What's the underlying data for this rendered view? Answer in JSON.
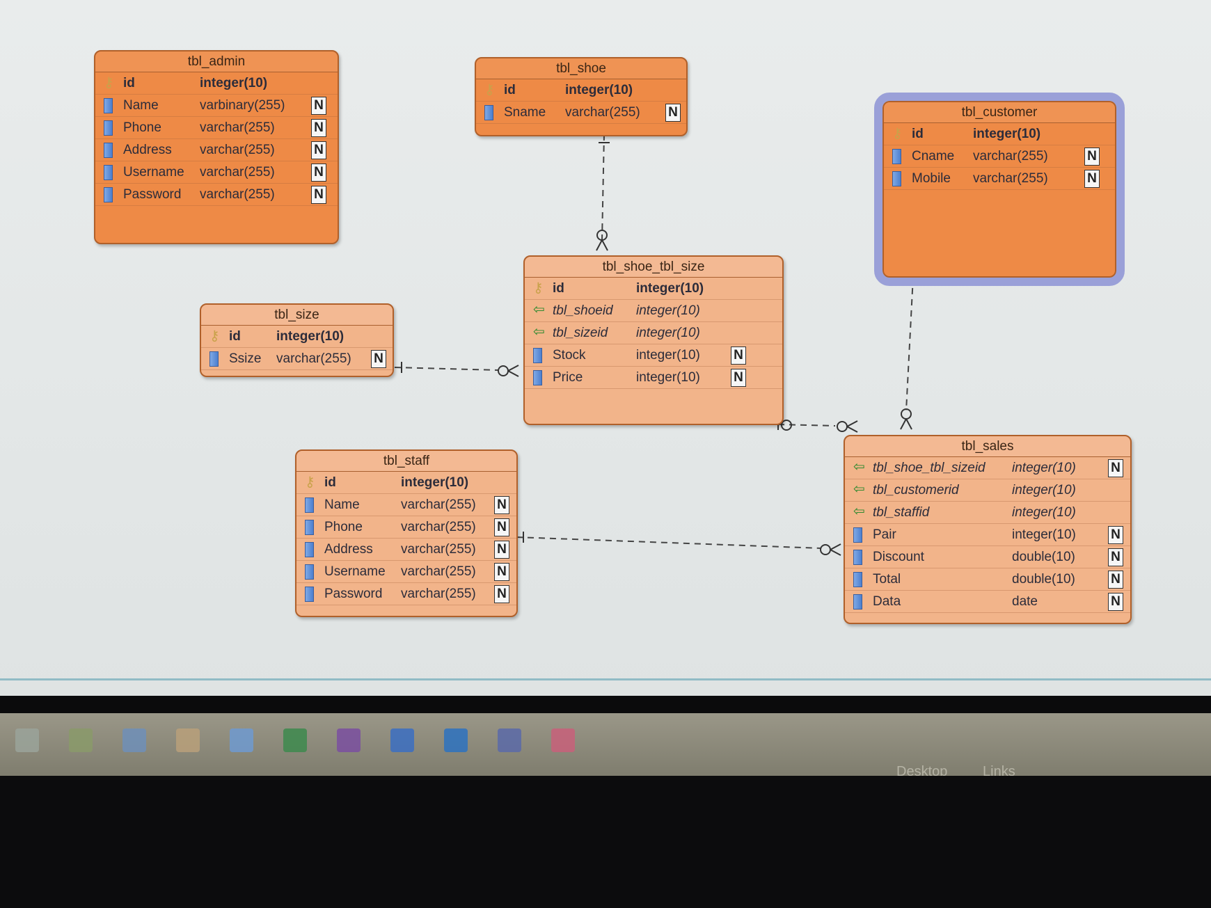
{
  "entities": {
    "tbl_admin": {
      "name": "tbl_admin",
      "rows": [
        {
          "kind": "pk",
          "field": "id",
          "type": "integer(10)",
          "nullable": ""
        },
        {
          "kind": "col",
          "field": "Name",
          "type": "varbinary(255)",
          "nullable": "N"
        },
        {
          "kind": "col",
          "field": "Phone",
          "type": "varchar(255)",
          "nullable": "N"
        },
        {
          "kind": "col",
          "field": "Address",
          "type": "varchar(255)",
          "nullable": "N"
        },
        {
          "kind": "col",
          "field": "Username",
          "type": "varchar(255)",
          "nullable": "N"
        },
        {
          "kind": "col",
          "field": "Password",
          "type": "varchar(255)",
          "nullable": "N"
        }
      ]
    },
    "tbl_shoe": {
      "name": "tbl_shoe",
      "rows": [
        {
          "kind": "pk",
          "field": "id",
          "type": "integer(10)",
          "nullable": ""
        },
        {
          "kind": "col",
          "field": "Sname",
          "type": "varchar(255)",
          "nullable": "N"
        }
      ]
    },
    "tbl_customer": {
      "name": "tbl_customer",
      "rows": [
        {
          "kind": "pk",
          "field": "id",
          "type": "integer(10)",
          "nullable": ""
        },
        {
          "kind": "col",
          "field": "Cname",
          "type": "varchar(255)",
          "nullable": "N"
        },
        {
          "kind": "col",
          "field": "Mobile",
          "type": "varchar(255)",
          "nullable": "N"
        }
      ]
    },
    "tbl_size": {
      "name": "tbl_size",
      "rows": [
        {
          "kind": "pk",
          "field": "id",
          "type": "integer(10)",
          "nullable": ""
        },
        {
          "kind": "col",
          "field": "Ssize",
          "type": "varchar(255)",
          "nullable": "N"
        }
      ]
    },
    "tbl_shoe_tbl_size": {
      "name": "tbl_shoe_tbl_size",
      "rows": [
        {
          "kind": "pk",
          "field": "id",
          "type": "integer(10)",
          "nullable": ""
        },
        {
          "kind": "fk",
          "field": "tbl_shoeid",
          "type": "integer(10)",
          "nullable": ""
        },
        {
          "kind": "fk",
          "field": "tbl_sizeid",
          "type": "integer(10)",
          "nullable": ""
        },
        {
          "kind": "col",
          "field": "Stock",
          "type": "integer(10)",
          "nullable": "N"
        },
        {
          "kind": "col",
          "field": "Price",
          "type": "integer(10)",
          "nullable": "N"
        }
      ]
    },
    "tbl_staff": {
      "name": "tbl_staff",
      "rows": [
        {
          "kind": "pk",
          "field": "id",
          "type": "integer(10)",
          "nullable": ""
        },
        {
          "kind": "col",
          "field": "Name",
          "type": "varchar(255)",
          "nullable": "N"
        },
        {
          "kind": "col",
          "field": "Phone",
          "type": "varchar(255)",
          "nullable": "N"
        },
        {
          "kind": "col",
          "field": "Address",
          "type": "varchar(255)",
          "nullable": "N"
        },
        {
          "kind": "col",
          "field": "Username",
          "type": "varchar(255)",
          "nullable": "N"
        },
        {
          "kind": "col",
          "field": "Password",
          "type": "varchar(255)",
          "nullable": "N"
        }
      ]
    },
    "tbl_sales": {
      "name": "tbl_sales",
      "rows": [
        {
          "kind": "fk",
          "field": "tbl_shoe_tbl_sizeid",
          "type": "integer(10)",
          "nullable": "N"
        },
        {
          "kind": "fk",
          "field": "tbl_customerid",
          "type": "integer(10)",
          "nullable": ""
        },
        {
          "kind": "fk",
          "field": "tbl_staffid",
          "type": "integer(10)",
          "nullable": ""
        },
        {
          "kind": "col",
          "field": "Pair",
          "type": "integer(10)",
          "nullable": "N"
        },
        {
          "kind": "col",
          "field": "Discount",
          "type": "double(10)",
          "nullable": "N"
        },
        {
          "kind": "col",
          "field": "Total",
          "type": "double(10)",
          "nullable": "N"
        },
        {
          "kind": "col",
          "field": "Data",
          "type": "date",
          "nullable": "N"
        }
      ]
    }
  },
  "taskbar": {
    "desktop_label": "Desktop",
    "links_label": "Links",
    "apps": [
      "home-icon",
      "folder-icon",
      "chrome-icon",
      "media-icon",
      "network-icon",
      "excel-icon",
      "onenote-icon",
      "word-icon",
      "outlook-icon",
      "globe-icon",
      "app-icon"
    ]
  },
  "colors": {
    "entity_dark": "#ee8a46",
    "entity_light": "#f2b48a",
    "selection": "#9aa0d8"
  }
}
